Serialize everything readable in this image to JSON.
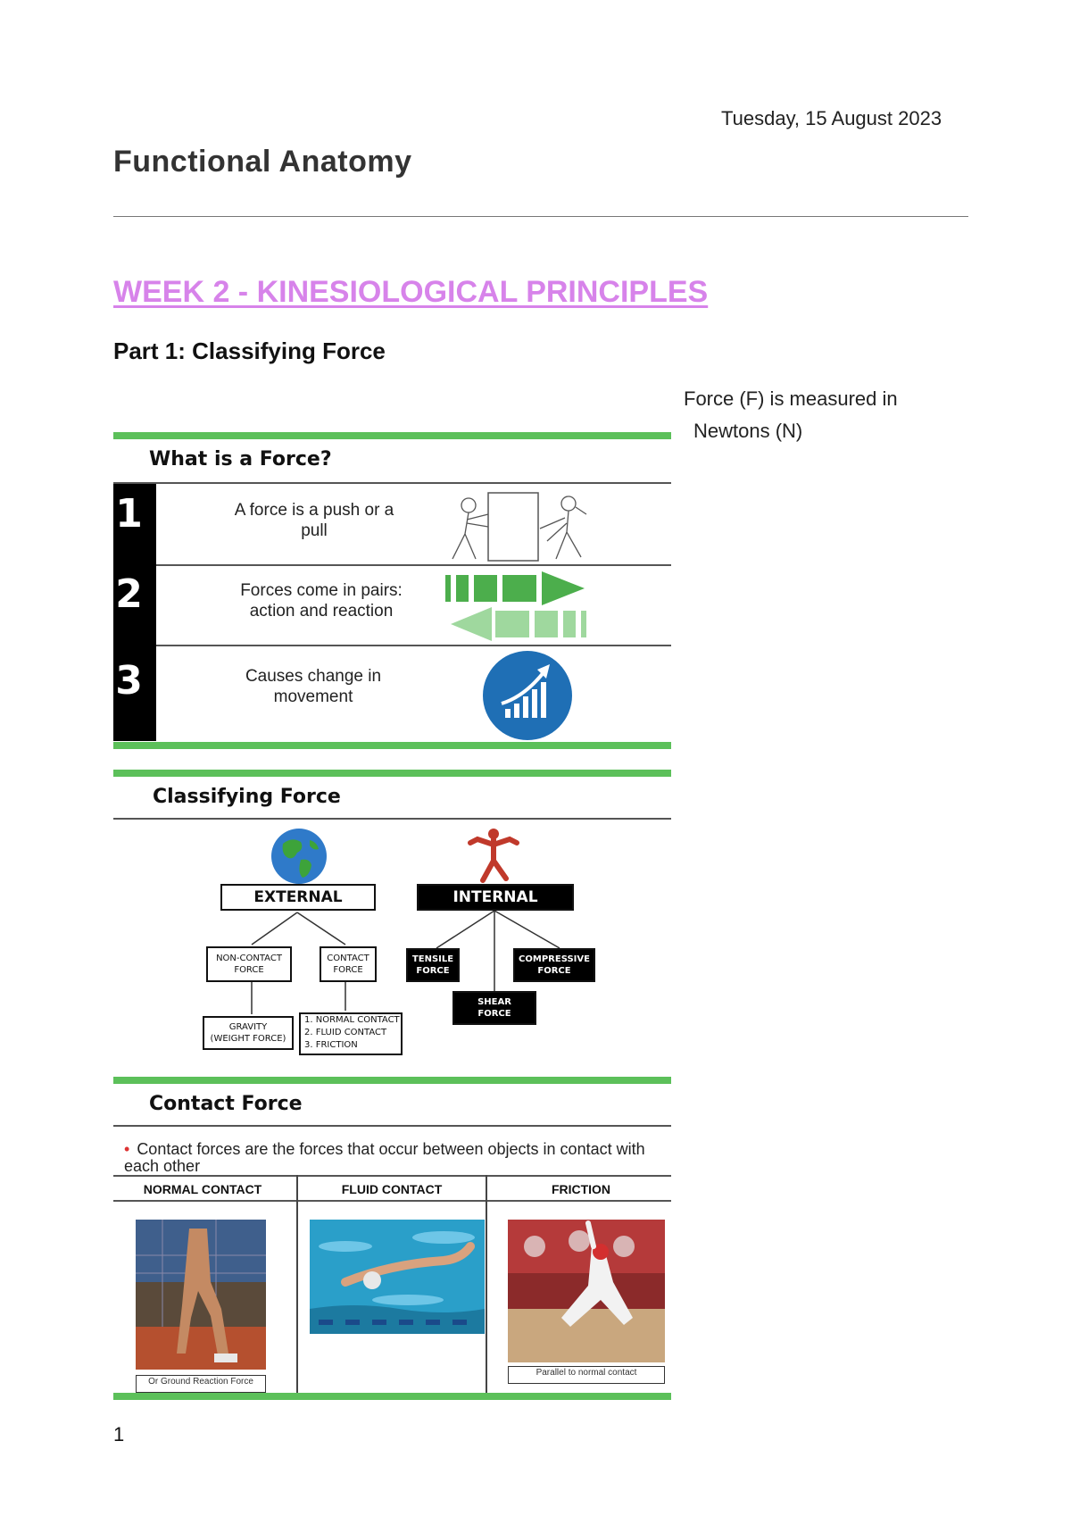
{
  "header": {
    "date": "Tuesday, 15 August 2023",
    "title": "Functional Anatomy"
  },
  "week_heading": "WEEK 2 - KINESIOLOGICAL PRINCIPLES",
  "part_heading": "Part 1: Classifying Force",
  "side_note": {
    "line1": "Force (F) is measured in",
    "line2": "Newtons (N)"
  },
  "slide1": {
    "title": "What is a Force?",
    "rows": [
      {
        "number": "1",
        "line1": "A force is a push or a",
        "line2": "pull",
        "icon": "push-pull-icon"
      },
      {
        "number": "2",
        "line1": "Forces come in pairs:",
        "line2": "action and reaction",
        "icon": "arrows-pair-icon"
      },
      {
        "number": "3",
        "line1": "Causes change in",
        "line2": "movement",
        "icon": "growth-chart-icon"
      }
    ],
    "colors": {
      "accent": "#5cc05a",
      "circle": "#1f6fb5"
    }
  },
  "slide2": {
    "title": "Classifying Force",
    "external": "EXTERNAL",
    "internal": "INTERNAL",
    "non_contact": [
      "NON-CONTACT",
      "FORCE"
    ],
    "contact": [
      "CONTACT",
      "FORCE"
    ],
    "gravity": [
      "GRAVITY",
      "(WEIGHT FORCE)"
    ],
    "contact_list": [
      "1. NORMAL CONTACT",
      "2. FLUID CONTACT",
      "3. FRICTION"
    ],
    "tensile": [
      "TENSILE",
      "FORCE"
    ],
    "compressive": [
      "COMPRESSIVE",
      "FORCE"
    ],
    "shear": [
      "SHEAR",
      "FORCE"
    ]
  },
  "slide3": {
    "title": "Contact Force",
    "bullet": "Contact forces are the forces that occur between objects in contact with each other",
    "columns": [
      {
        "header": "NORMAL CONTACT",
        "caption": "Or Ground Reaction Force"
      },
      {
        "header": "FLUID CONTACT",
        "caption": ""
      },
      {
        "header": "FRICTION",
        "caption": "Parallel to normal contact"
      }
    ]
  },
  "page_number": "1"
}
